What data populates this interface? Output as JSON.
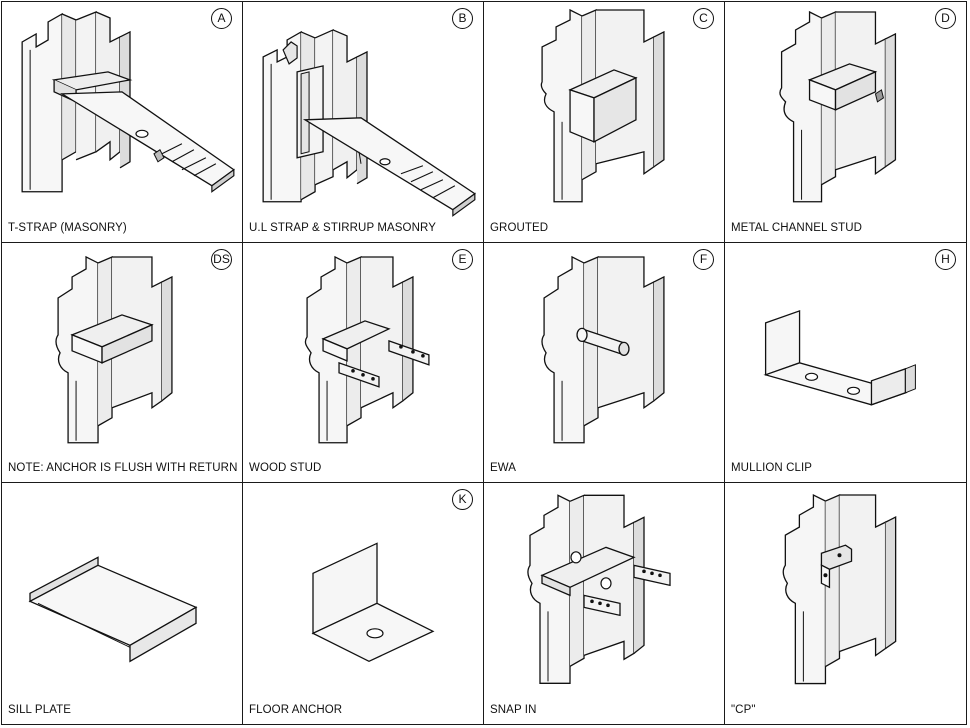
{
  "panels": [
    {
      "caption": "T-STRAP (MASONRY)",
      "badge": "A"
    },
    {
      "caption": "U.L STRAP & STIRRUP MASONRY",
      "badge": "B"
    },
    {
      "caption": "GROUTED",
      "badge": "C"
    },
    {
      "caption": "METAL CHANNEL STUD",
      "badge": "D"
    },
    {
      "caption": "NOTE: ANCHOR IS FLUSH WITH RETURN",
      "badge": "DS"
    },
    {
      "caption": "WOOD STUD",
      "badge": "E"
    },
    {
      "caption": "EWA",
      "badge": "F"
    },
    {
      "caption": "MULLION CLIP",
      "badge": "H"
    },
    {
      "caption": "SILL PLATE",
      "badge": ""
    },
    {
      "caption": "FLOOR ANCHOR",
      "badge": "K"
    },
    {
      "caption": "SNAP IN",
      "badge": ""
    },
    {
      "caption": "\"CP\"",
      "badge": ""
    }
  ]
}
